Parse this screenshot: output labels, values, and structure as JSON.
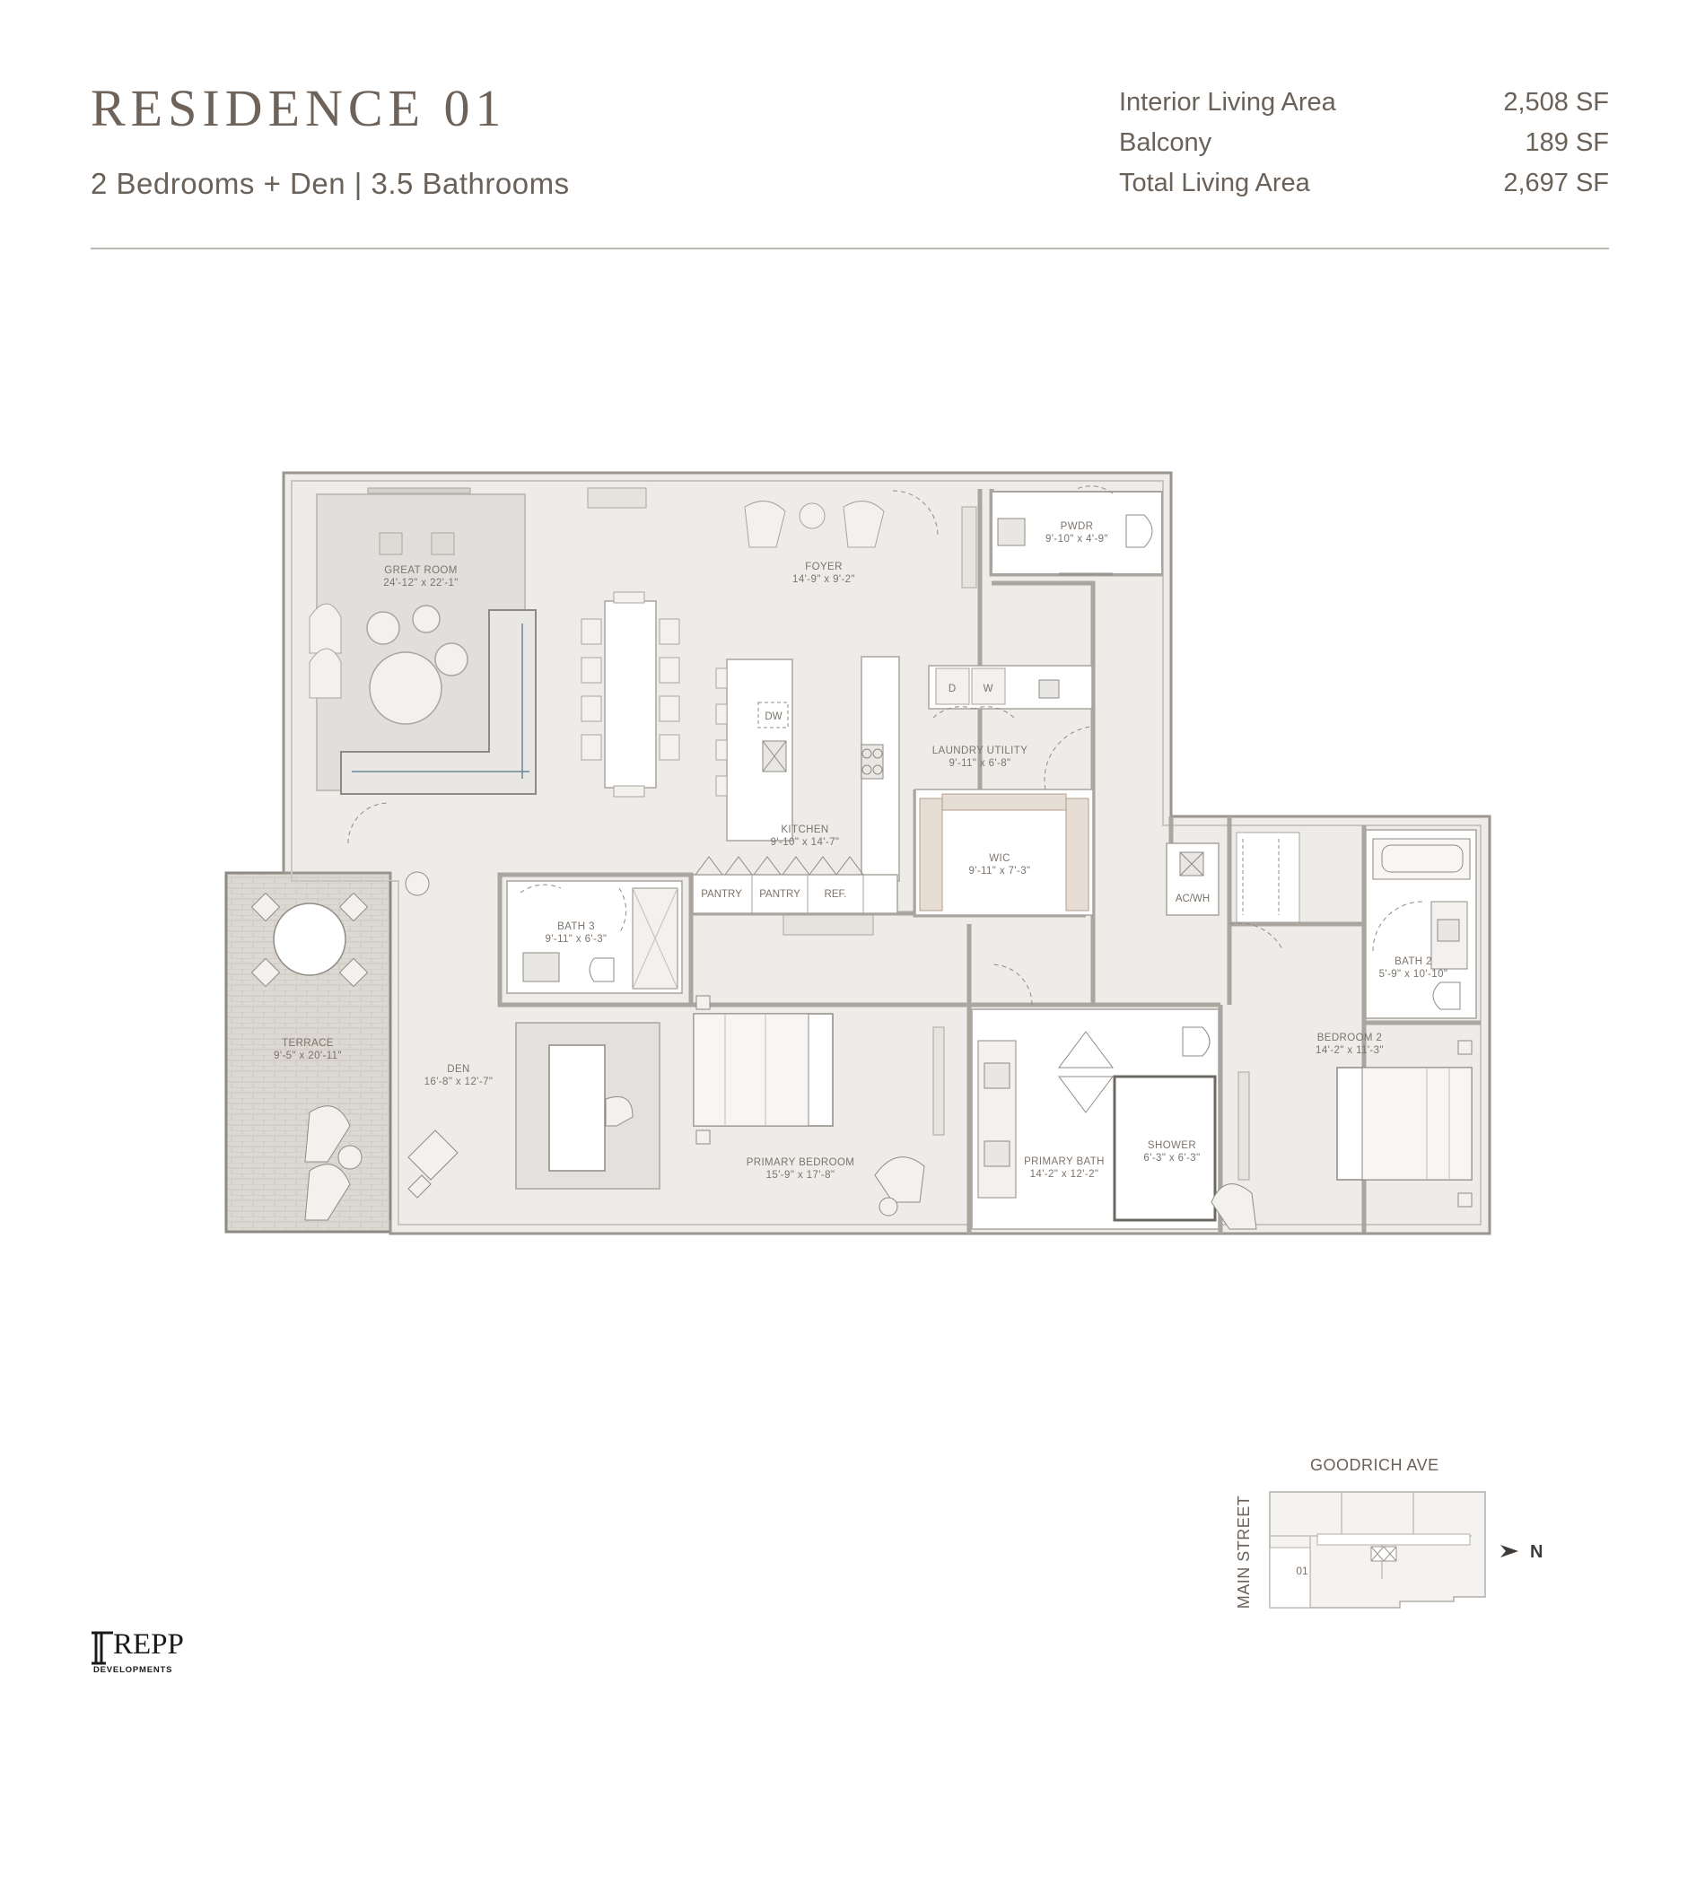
{
  "header": {
    "title": "RESIDENCE 01",
    "subtitle": "2 Bedrooms + Den  |  3.5 Bathrooms"
  },
  "areas": [
    {
      "label": "Interior Living Area",
      "value": "2,508 SF"
    },
    {
      "label": "Balcony",
      "value": "189 SF"
    },
    {
      "label": "Total Living Area",
      "value": "2,697 SF"
    }
  ],
  "rooms": {
    "great_room": {
      "name": "GREAT ROOM",
      "dims": "24'-12\" x 22'-1\""
    },
    "foyer": {
      "name": "FOYER",
      "dims": "14'-9\" x 9'-2\""
    },
    "pwdr": {
      "name": "PWDR",
      "dims": "9'-10\" x 4'-9\""
    },
    "laundry": {
      "name": "LAUNDRY UTILITY",
      "dims": "9'-11\" x 6'-8\""
    },
    "kitchen": {
      "name": "KITCHEN",
      "dims": "9'-10\" x 14'-7\""
    },
    "wic": {
      "name": "WIC",
      "dims": "9'-11\" x 7'-3\""
    },
    "bath3": {
      "name": "BATH 3",
      "dims": "9'-11\" x 6'-3\""
    },
    "terrace": {
      "name": "TERRACE",
      "dims": "9'-5\" x 20'-11\""
    },
    "den": {
      "name": "DEN",
      "dims": "16'-8\" x 12'-7\""
    },
    "primary_bedroom": {
      "name": "PRIMARY BEDROOM",
      "dims": "15'-9\" x 17'-8\""
    },
    "primary_bath": {
      "name": "PRIMARY BATH",
      "dims": "14'-2\" x 12'-2\""
    },
    "shower": {
      "name": "SHOWER",
      "dims": "6'-3\" x 6'-3\""
    },
    "bath2": {
      "name": "BATH 2",
      "dims": "5'-9\" x 10'-10\""
    },
    "bedroom2": {
      "name": "BEDROOM 2",
      "dims": "14'-2\" x 11'-3\""
    }
  },
  "fixtures": {
    "pantry1": "PANTRY",
    "pantry2": "PANTRY",
    "ref": "REF.",
    "dw": "DW",
    "dryer": "D",
    "washer": "W",
    "acwh": "AC/WH"
  },
  "key_plan": {
    "top_street": "GOODRICH AVE",
    "side_street": "MAIN STREET",
    "unit": "01",
    "north": "N"
  },
  "logo": {
    "name": "REPP",
    "sub": "DEVELOPMENTS"
  }
}
